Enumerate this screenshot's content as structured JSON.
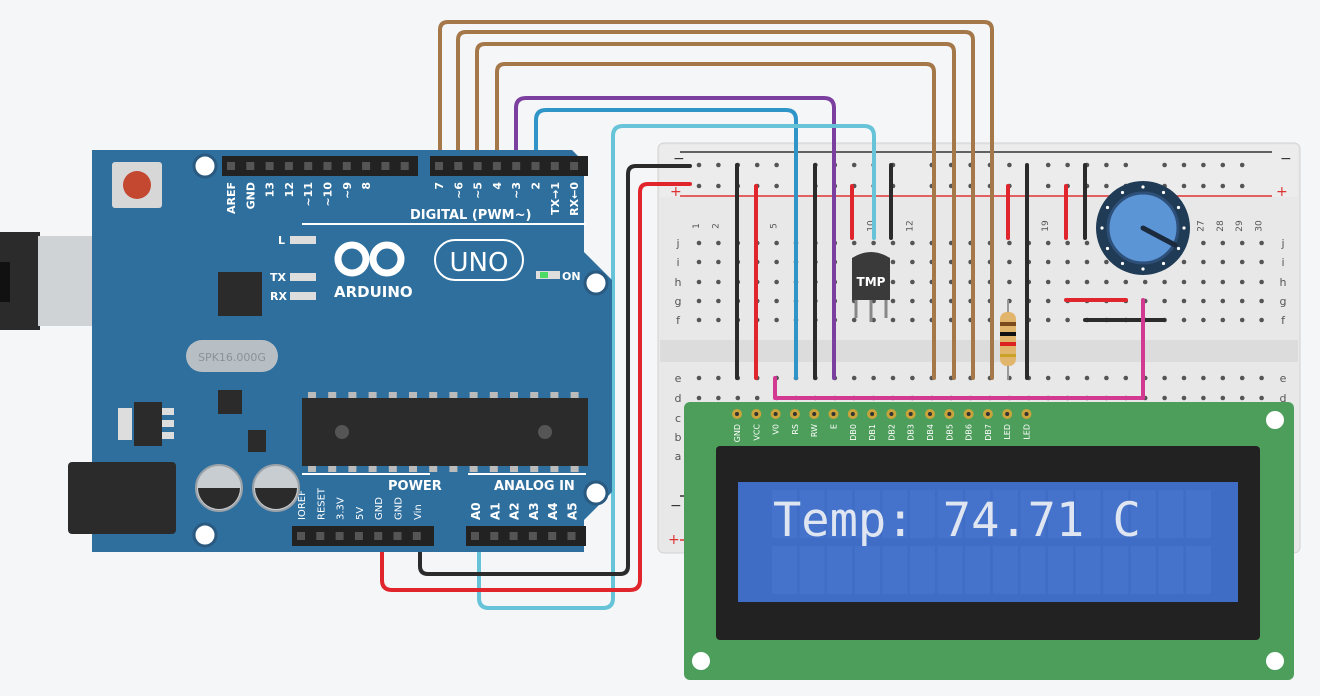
{
  "arduino": {
    "brand": "ARDUINO",
    "model": "UNO",
    "digital_header": "DIGITAL (PWM~)",
    "power_header": "POWER",
    "analog_header": "ANALOG IN",
    "led_l": "L",
    "led_tx": "TX",
    "led_rx": "RX",
    "on_label": "ON",
    "crystal": "SPK16.000G",
    "digital_pins": [
      "AREF",
      "GND",
      "13",
      "12",
      "~11",
      "~10",
      "~9",
      "8",
      "7",
      "~6",
      "~5",
      "4",
      "~3",
      "2",
      "TX→1",
      "RX←0"
    ],
    "power_pins": [
      "IOREF",
      "RESET",
      "3.3V",
      "5V",
      "GND",
      "GND",
      "Vin"
    ],
    "analog_pins": [
      "A0",
      "A1",
      "A2",
      "A3",
      "A4",
      "A5"
    ]
  },
  "breadboard": {
    "rail_minus": "−",
    "rail_plus": "+",
    "columns": [
      "1",
      "2",
      "",
      "",
      "5",
      "",
      "",
      "",
      "",
      "10",
      "",
      "12",
      "",
      "",
      "",
      "",
      "",
      "",
      "19",
      "",
      "",
      "",
      "",
      "",
      "",
      "",
      "27",
      "28",
      "29",
      "30"
    ],
    "rows_top": [
      "j",
      "i",
      "h",
      "g",
      "f"
    ],
    "rows_bottom": [
      "e",
      "d",
      "c",
      "b",
      "a"
    ]
  },
  "sensor": {
    "label": "TMP"
  },
  "lcd": {
    "pins": [
      "GND",
      "VCC",
      "V0",
      "RS",
      "RW",
      "E",
      "DB0",
      "DB1",
      "DB2",
      "DB3",
      "DB4",
      "DB5",
      "DB6",
      "DB7",
      "LED",
      "LED"
    ],
    "display_line1": "Temp: 74.71 C"
  },
  "colors": {
    "arduino_board": "#2e6f9e",
    "lcd_board": "#4d9e5b",
    "lcd_screen": "#3f6cc4",
    "wire_brown": "#a5784a",
    "wire_purple": "#7b3fa0",
    "wire_blue": "#2f94c7",
    "wire_cyan": "#66c3d8",
    "wire_red": "#e0262c",
    "wire_black": "#2b2b2b",
    "wire_magenta": "#d33991"
  }
}
